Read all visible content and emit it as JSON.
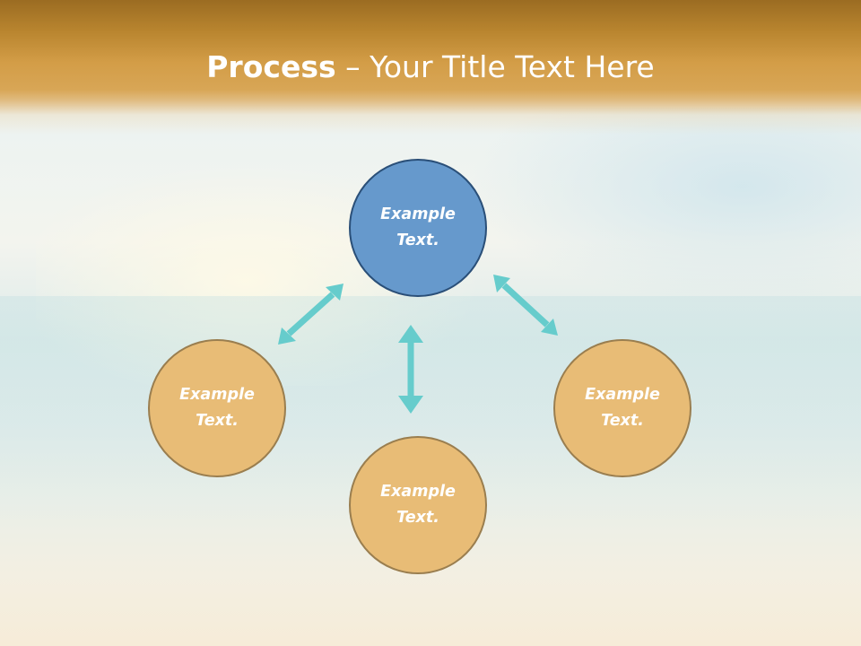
{
  "slide": {
    "title_bold": "Process",
    "title_rest": " – Your Title Text Here"
  },
  "diagram": {
    "center_node": {
      "text": "Example Text.",
      "color": "#6699cc"
    },
    "outer_nodes": [
      {
        "id": "left",
        "text": "Example Text.",
        "color": "#e8bc76"
      },
      {
        "id": "bottom",
        "text": "Example Text.",
        "color": "#e8bc76"
      },
      {
        "id": "right",
        "text": "Example Text.",
        "color": "#e8bc76"
      }
    ],
    "connector_color": "#66cccc",
    "connector_style": "double-headed-arrow"
  }
}
